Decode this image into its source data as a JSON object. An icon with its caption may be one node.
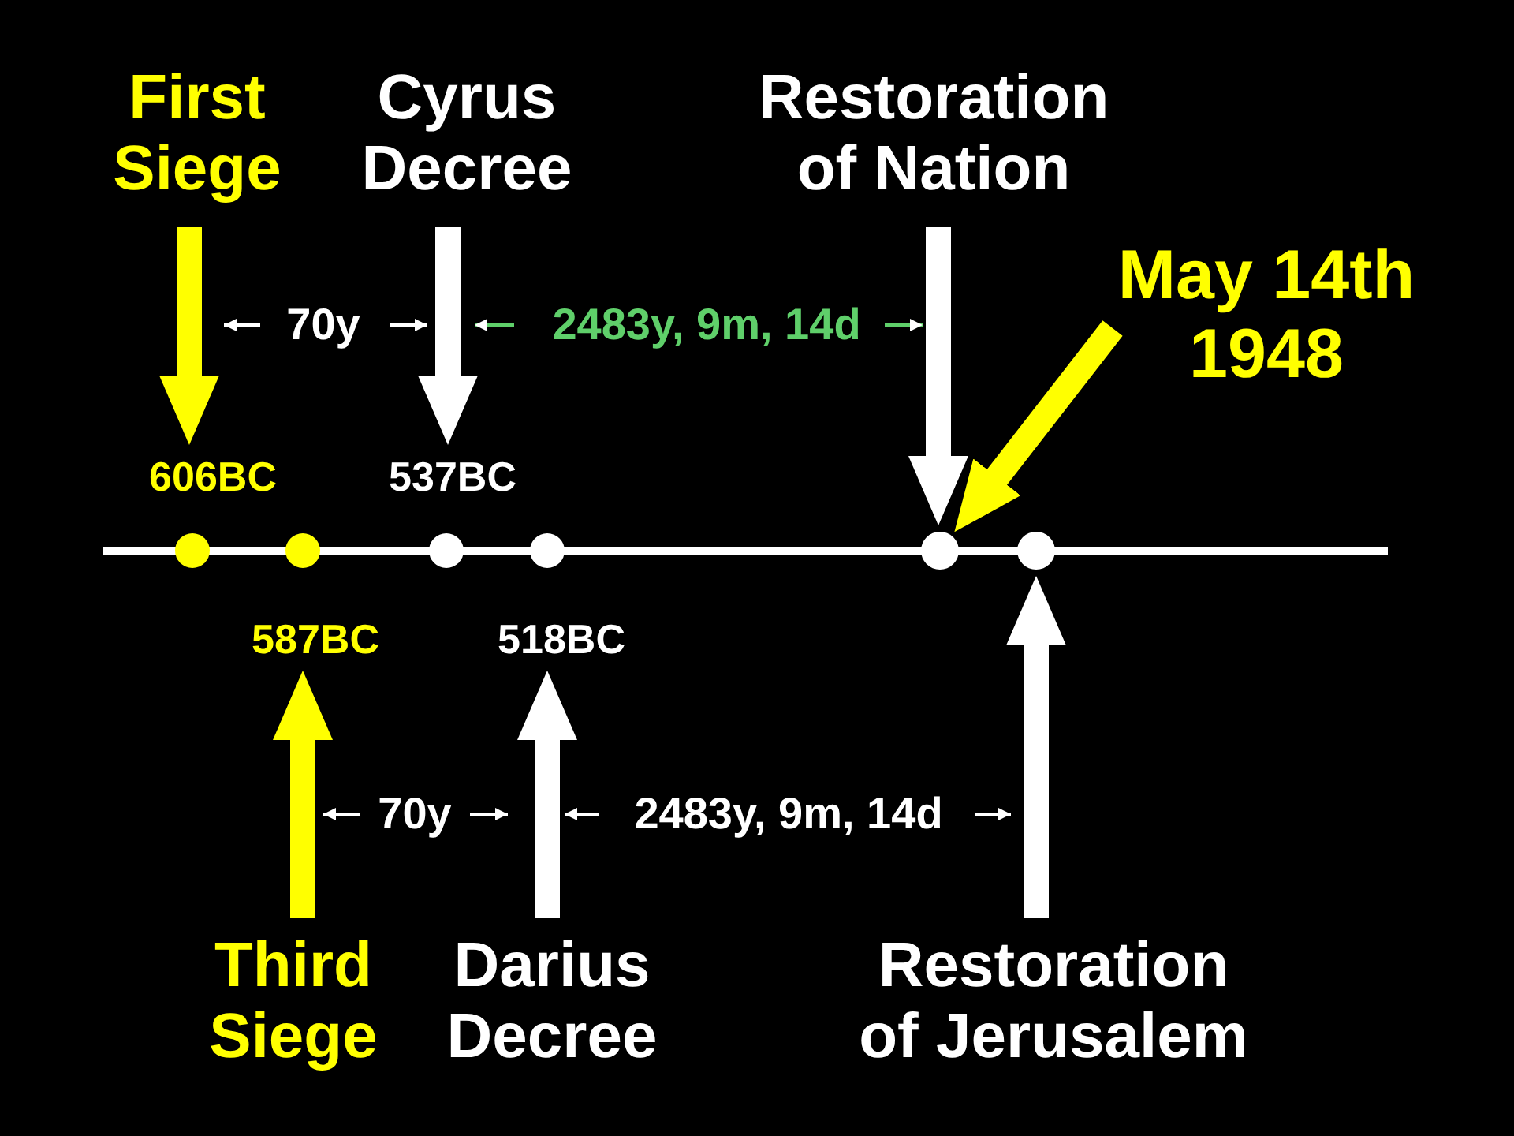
{
  "diagram": {
    "nodes": [
      {
        "text": [
          "First Siege"
        ]
      },
      {
        "text": [
          "Cyrus Decree"
        ]
      },
      {
        "text": [
          "Restoration of Nation"
        ]
      },
      {
        "text": [
          "May 14th 1948"
        ]
      },
      {
        "text": [
          "606BC"
        ]
      },
      {
        "text": [
          "587BC"
        ]
      },
      {
        "text": [
          "537BC"
        ]
      },
      {
        "text": [
          "518BC"
        ]
      },
      {
        "text": [],
        "shape": "circle"
      },
      {
        "text": [],
        "shape": "circle"
      },
      {
        "text": [
          "Third Siege"
        ]
      },
      {
        "text": [
          "Darius Decree"
        ]
      },
      {
        "text": [
          "Restoration of Jerusalem"
        ]
      }
    ],
    "edges": [
      {
        "from": 0,
        "to": 4,
        "arrow": "to",
        "color": "#ffff00"
      },
      {
        "from": 1,
        "to": 6,
        "arrow": "to"
      },
      {
        "from": 2,
        "to": 8,
        "arrow": "to"
      },
      {
        "from": 3,
        "to": 8,
        "arrow": "to",
        "color": "#ffff00"
      },
      {
        "from": 10,
        "to": 5,
        "arrow": "to",
        "color": "#ffff00"
      },
      {
        "from": 11,
        "to": 7,
        "arrow": "to"
      },
      {
        "from": 12,
        "to": 9,
        "arrow": "to"
      }
    ],
    "labels": [
      "70y",
      "2483y, 9m, 14d",
      "70y",
      "2483y, 9m, 14d"
    ]
  }
}
